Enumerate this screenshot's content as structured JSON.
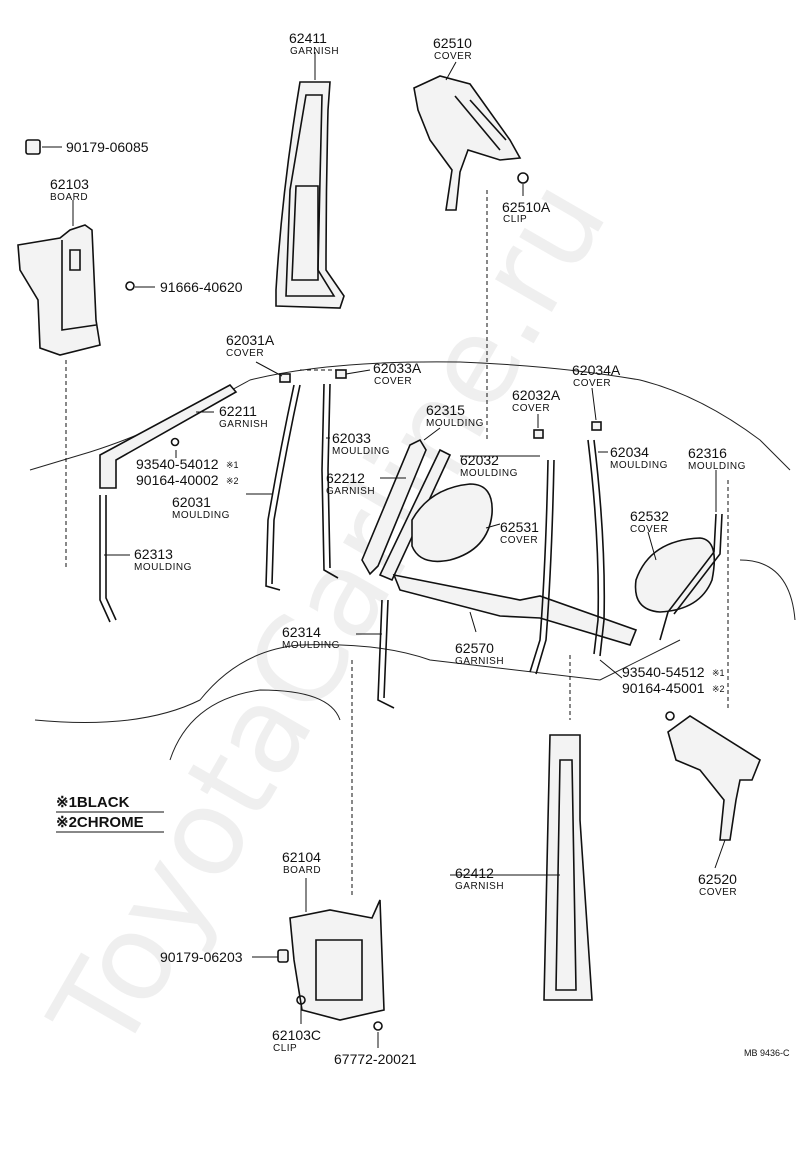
{
  "watermark": "ToyotaCarline.ru",
  "diagram_code": "MB 9436-C",
  "legend": {
    "line1": "※1BLACK",
    "line2": "※2CHROME"
  },
  "labels": {
    "p62411": {
      "num": "62411",
      "name": "GARNISH"
    },
    "p62510": {
      "num": "62510",
      "name": "COVER"
    },
    "p90179_06085": {
      "num": "90179-06085"
    },
    "p62103": {
      "num": "62103",
      "name": "BOARD"
    },
    "p91666": {
      "num": "91666-40620"
    },
    "p62510A": {
      "num": "62510A",
      "name": "CLIP"
    },
    "p62031A": {
      "num": "62031A",
      "name": "COVER"
    },
    "p62033A": {
      "num": "62033A",
      "name": "COVER"
    },
    "p62034A": {
      "num": "62034A",
      "name": "COVER"
    },
    "p62211": {
      "num": "62211",
      "name": "GARNISH"
    },
    "p62315": {
      "num": "62315",
      "name": "MOULDING"
    },
    "p62032A": {
      "num": "62032A",
      "name": "COVER"
    },
    "p62033": {
      "num": "62033",
      "name": "MOULDING"
    },
    "p62034": {
      "num": "62034",
      "name": "MOULDING"
    },
    "p62316": {
      "num": "62316",
      "name": "MOULDING"
    },
    "p93540_54012": {
      "num": "93540-54012",
      "mark": "※1"
    },
    "p90164_40002": {
      "num": "90164-40002",
      "mark": "※2"
    },
    "p62212": {
      "num": "62212",
      "name": "GARNISH"
    },
    "p62032": {
      "num": "62032",
      "name": "MOULDING"
    },
    "p62031": {
      "num": "62031",
      "name": "MOULDING"
    },
    "p62531": {
      "num": "62531",
      "name": "COVER"
    },
    "p62532": {
      "num": "62532",
      "name": "COVER"
    },
    "p62313": {
      "num": "62313",
      "name": "MOULDING"
    },
    "p62314": {
      "num": "62314",
      "name": "MOULDING"
    },
    "p62570": {
      "num": "62570",
      "name": "GARNISH"
    },
    "p93540_54512": {
      "num": "93540-54512",
      "mark": "※1"
    },
    "p90164_45001": {
      "num": "90164-45001",
      "mark": "※2"
    },
    "p62104": {
      "num": "62104",
      "name": "BOARD"
    },
    "p62412": {
      "num": "62412",
      "name": "GARNISH"
    },
    "p62520": {
      "num": "62520",
      "name": "COVER"
    },
    "p90179_06203": {
      "num": "90179-06203"
    },
    "p62103C": {
      "num": "62103C",
      "name": "CLIP"
    },
    "p67772": {
      "num": "67772-20021"
    }
  }
}
